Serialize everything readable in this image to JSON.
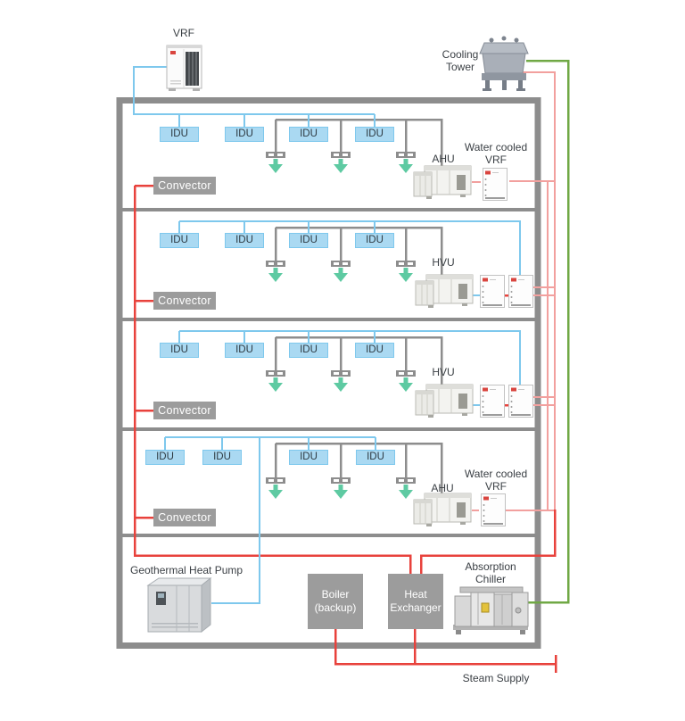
{
  "diagram_type": "hvac-building-system-diagram",
  "colors": {
    "pipe_refrigerant_blue": "#7ec8ed",
    "pipe_hot_water_red": "#e8423c",
    "pipe_condenser_water_pink": "#f2a09e",
    "pipe_cooling_tower_green": "#70a845",
    "duct_and_wall_gray": "#8d8d8d",
    "idu_fill_blue": "#aad9f2",
    "equipment_box_gray": "#9c9c9c",
    "diffuser_arrow_green": "#5ecaa2",
    "text": "#3a3f44",
    "background": "#ffffff"
  },
  "rooftop": {
    "vrf_label": "VRF",
    "cooling_tower_label": [
      "Cooling",
      "Tower"
    ]
  },
  "floors": [
    {
      "name": "floor-1",
      "idus": [
        "IDU",
        "IDU",
        "IDU",
        "IDU"
      ],
      "convector": "Convector",
      "air_handler": "AHU",
      "water_cooled_vrf": [
        "Water cooled",
        "VRF"
      ]
    },
    {
      "name": "floor-2",
      "idus": [
        "IDU",
        "IDU",
        "IDU",
        "IDU"
      ],
      "convector": "Convector",
      "air_handler": "HVU"
    },
    {
      "name": "floor-3",
      "idus": [
        "IDU",
        "IDU",
        "IDU",
        "IDU"
      ],
      "convector": "Convector",
      "air_handler": "HVU"
    },
    {
      "name": "floor-4",
      "idus": [
        "IDU",
        "IDU",
        "IDU",
        "IDU"
      ],
      "convector": "Convector",
      "air_handler": "AHU",
      "water_cooled_vrf": [
        "Water cooled",
        "VRF"
      ]
    }
  ],
  "plant_room": {
    "geothermal_label": "Geothermal Heat Pump",
    "boiler_label": [
      "Boiler",
      "(backup)"
    ],
    "heat_exchanger_label": [
      "Heat",
      "Exchanger"
    ],
    "absorption_chiller_label": [
      "Absorption",
      "Chiller"
    ]
  },
  "external": {
    "steam_supply_label": "Steam Supply"
  }
}
